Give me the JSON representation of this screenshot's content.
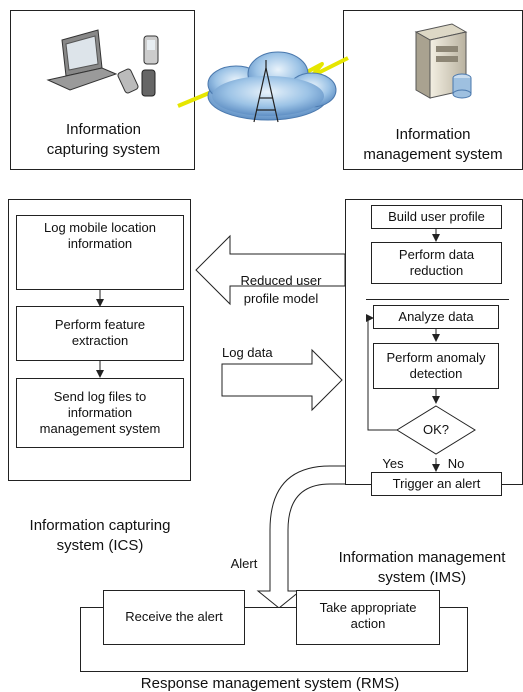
{
  "top": {
    "ics_label": "Information\ncapturing system",
    "ims_label": "Information\nmanagement system"
  },
  "ics": {
    "steps": [
      "Log mobile location\ninformation",
      "Perform feature\nextraction",
      "Send log files to\ninformation\nmanagement system"
    ],
    "caption": "Information capturing\nsystem (ICS)"
  },
  "ims": {
    "steps": [
      "Build user profile",
      "Perform data\nreduction",
      "Analyze data",
      "Perform anomaly\ndetection",
      "OK?",
      "Trigger an alert"
    ],
    "yes": "Yes",
    "no": "No",
    "caption": "Information management\nsystem (IMS)"
  },
  "flows": {
    "reduced_profile": "Reduced user\nprofile model",
    "log_data": "Log data",
    "alert": "Alert"
  },
  "rms": {
    "steps": [
      "Receive the alert",
      "Take appropriate\naction"
    ],
    "caption": "Response management system (RMS)"
  },
  "icons": [
    "laptop-icon",
    "mobile-phone-icon",
    "cloud-icon",
    "antenna-tower-icon",
    "lightning-icon",
    "server-icon"
  ]
}
